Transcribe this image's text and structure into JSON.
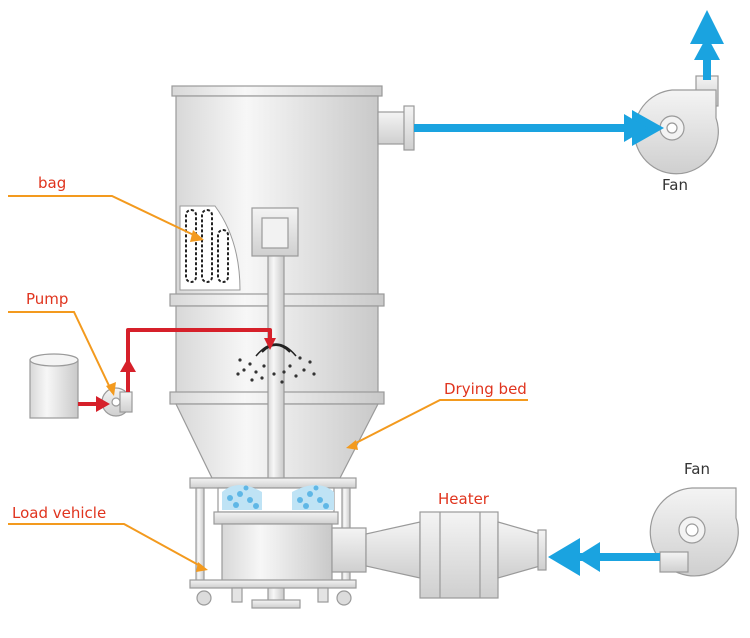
{
  "labels": {
    "bag": "bag",
    "pump": "Pump",
    "drying_bed": "Drying bed",
    "load_vehicle": "Load vehicle",
    "heater": "Heater",
    "fan_top": "Fan",
    "fan_bottom": "Fan"
  },
  "colors": {
    "label_red": "#e0341e",
    "leader_orange": "#f39a1e",
    "air_blue": "#1aa3e0",
    "liquid_red": "#d6202a",
    "body_grey": "#e8e8e8",
    "outline_grey": "#9a9a9a"
  }
}
